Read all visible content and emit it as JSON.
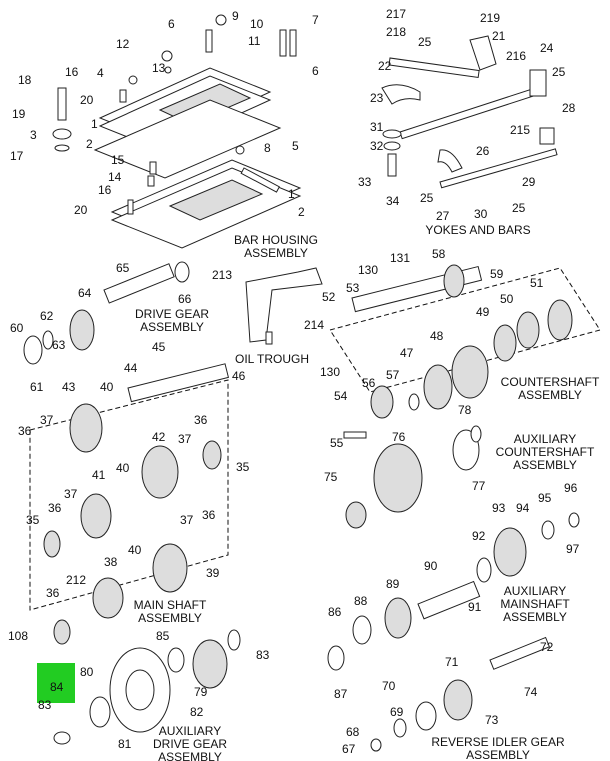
{
  "assemblies": {
    "bar_housing": [
      "BAR HOUSING",
      "ASSEMBLY"
    ],
    "yokes_and_bars": "YOKES AND BARS",
    "drive_gear": [
      "DRIVE GEAR",
      "ASSEMBLY"
    ],
    "oil_trough": "OIL TROUGH",
    "countershaft": [
      "COUNTERSHAFT",
      "ASSEMBLY"
    ],
    "aux_countershaft": [
      "AUXILIARY",
      "COUNTERSHAFT",
      "ASSEMBLY"
    ],
    "main_shaft": [
      "MAIN SHAFT",
      "ASSEMBLY"
    ],
    "aux_mainshaft": [
      "AUXILIARY",
      "MAINSHAFT",
      "ASSEMBLY"
    ],
    "aux_drive_gear": [
      "AUXILIARY",
      "DRIVE GEAR",
      "ASSEMBLY"
    ],
    "reverse_idler": [
      "REVERSE IDLER GEAR",
      "ASSEMBLY"
    ]
  },
  "highlight": {
    "label": "84",
    "color": "#22cc22"
  },
  "callouts": {
    "bar_housing": [
      "18",
      "19",
      "3",
      "17",
      "16",
      "4",
      "20",
      "1",
      "2",
      "12",
      "13",
      "6",
      "9",
      "10",
      "11",
      "7",
      "6",
      "15",
      "14",
      "16",
      "8",
      "5",
      "20",
      "1",
      "2"
    ],
    "yokes_and_bars": [
      "217",
      "218",
      "219",
      "21",
      "25",
      "22",
      "23",
      "216",
      "24",
      "25",
      "31",
      "32",
      "33",
      "34",
      "28",
      "26",
      "215",
      "25",
      "27",
      "30",
      "25",
      "29"
    ],
    "drive_gear_and_trough": [
      "65",
      "66",
      "64",
      "62",
      "60",
      "63",
      "61",
      "213",
      "214"
    ],
    "countershaft": [
      "130",
      "131",
      "58",
      "59",
      "53",
      "52",
      "51",
      "50",
      "49",
      "48",
      "47"
    ],
    "main_shaft": [
      "45",
      "44",
      "46",
      "40",
      "43",
      "36",
      "37",
      "42",
      "37",
      "36",
      "35",
      "41",
      "40",
      "37",
      "35",
      "36",
      "38",
      "40",
      "37",
      "36",
      "39",
      "212",
      "36",
      "108"
    ],
    "aux_countershaft": [
      "130",
      "54",
      "56",
      "57",
      "55",
      "78",
      "76",
      "75",
      "77"
    ],
    "aux_mainshaft": [
      "93",
      "94",
      "95",
      "96",
      "97",
      "92",
      "90",
      "91",
      "89",
      "86",
      "88",
      "87"
    ],
    "aux_drive_gear": [
      "85",
      "83",
      "80",
      "79",
      "82",
      "83",
      "81"
    ],
    "reverse_idler": [
      "72",
      "71",
      "70",
      "74",
      "73",
      "69",
      "68",
      "67"
    ]
  }
}
